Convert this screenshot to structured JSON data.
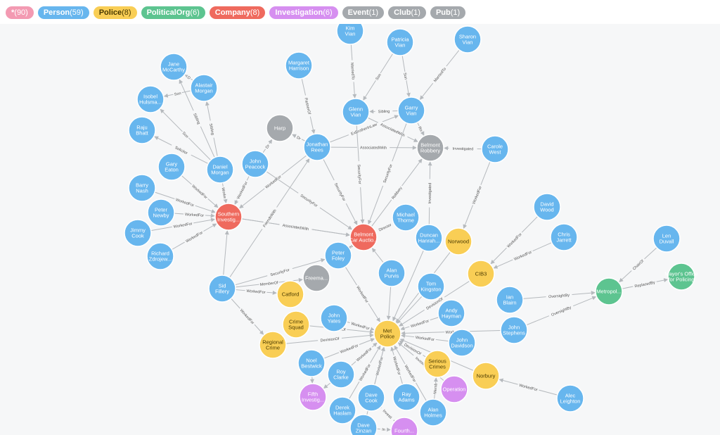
{
  "colors": {
    "all": "#f39ab2",
    "person": "#67b6ee",
    "police": "#f9ce55",
    "politicalorg": "#5dc490",
    "company": "#ef6a5e",
    "investigation": "#d68ff0",
    "gray": "#a5a9ad",
    "edge": "#b5b9bd"
  },
  "legend": [
    {
      "label": "*",
      "count": "(90)",
      "color": "#f39ab2"
    },
    {
      "label": "Person",
      "count": "(59)",
      "color": "#67b6ee"
    },
    {
      "label": "Police",
      "count": "(8)",
      "color": "#f9ce55",
      "dark": true
    },
    {
      "label": "PoliticalOrg",
      "count": "(6)",
      "color": "#5dc490"
    },
    {
      "label": "Company",
      "count": "(8)",
      "color": "#ef6a5e"
    },
    {
      "label": "Investigation",
      "count": "(6)",
      "color": "#d68ff0"
    },
    {
      "label": "Event",
      "count": "(1)",
      "color": "#a5a9ad"
    },
    {
      "label": "Club",
      "count": "(1)",
      "color": "#a5a9ad"
    },
    {
      "label": "Pub",
      "count": "(1)",
      "color": "#a5a9ad"
    }
  ],
  "nodes": [
    {
      "id": "kim",
      "label": "Kim Vian",
      "type": "person"
    },
    {
      "id": "patricia",
      "label": "Patricia Vian",
      "type": "person"
    },
    {
      "id": "sharon",
      "label": "Sharon Vian",
      "type": "person"
    },
    {
      "id": "margaret",
      "label": "Margaret Harrison",
      "type": "person"
    },
    {
      "id": "glenn",
      "label": "Glenn Vian",
      "type": "person"
    },
    {
      "id": "garry",
      "label": "Garry Vian",
      "type": "person"
    },
    {
      "id": "jane",
      "label": "Jane McCarthy",
      "type": "person"
    },
    {
      "id": "alastair",
      "label": "Alastair Morgan",
      "type": "person"
    },
    {
      "id": "isobel",
      "label": "Isobel Hulsma...",
      "type": "person"
    },
    {
      "id": "raju",
      "label": "Raju Bhatt",
      "type": "person"
    },
    {
      "id": "harp",
      "label": "Harp",
      "type": "gray"
    },
    {
      "id": "jonathan",
      "label": "Jonathan Rees",
      "type": "person"
    },
    {
      "id": "belrob",
      "label": "Belmont Robbery",
      "type": "gray"
    },
    {
      "id": "carole",
      "label": "Carole West",
      "type": "person"
    },
    {
      "id": "gary",
      "label": "Gary Eaton",
      "type": "person"
    },
    {
      "id": "daniel",
      "label": "Daniel Morgan",
      "type": "person"
    },
    {
      "id": "johnp",
      "label": "John Peacock",
      "type": "person"
    },
    {
      "id": "barry",
      "label": "Barry Nash",
      "type": "person"
    },
    {
      "id": "peter",
      "label": "Peter Newby",
      "type": "person"
    },
    {
      "id": "jimmy",
      "label": "Jimmy Cook",
      "type": "person"
    },
    {
      "id": "richard",
      "label": "Richard Zdrojew...",
      "type": "person"
    },
    {
      "id": "southern",
      "label": "Southern Investig...",
      "type": "company"
    },
    {
      "id": "michael",
      "label": "Michael Thorne",
      "type": "person"
    },
    {
      "id": "belmontcar",
      "label": "Belmont Car Auctio...",
      "type": "company"
    },
    {
      "id": "duncan",
      "label": "Duncan Hanrah...",
      "type": "person"
    },
    {
      "id": "norwood",
      "label": "Norwood",
      "type": "police"
    },
    {
      "id": "david",
      "label": "David Wood",
      "type": "person"
    },
    {
      "id": "chris",
      "label": "Chris Jarrett",
      "type": "person"
    },
    {
      "id": "len",
      "label": "Len Duvall",
      "type": "person"
    },
    {
      "id": "mayor",
      "label": "Mayor's Office for Policing",
      "type": "politicalorg"
    },
    {
      "id": "peterf",
      "label": "Peter Foley",
      "type": "person"
    },
    {
      "id": "freema",
      "label": "Freema...",
      "type": "gray"
    },
    {
      "id": "alan",
      "label": "Alan Purvis",
      "type": "person"
    },
    {
      "id": "cib3",
      "label": "CIB3",
      "type": "police"
    },
    {
      "id": "sid",
      "label": "Sid Fillery",
      "type": "person"
    },
    {
      "id": "catford",
      "label": "Catford",
      "type": "police"
    },
    {
      "id": "tom",
      "label": "Tom Kingston",
      "type": "person"
    },
    {
      "id": "metropol",
      "label": "Metropol...",
      "type": "politicalorg"
    },
    {
      "id": "ian",
      "label": "Ian Blairn",
      "type": "person"
    },
    {
      "id": "andy",
      "label": "Andy Hayman",
      "type": "person"
    },
    {
      "id": "johny",
      "label": "John Yates",
      "type": "person"
    },
    {
      "id": "crime",
      "label": "Crime Squad",
      "type": "police"
    },
    {
      "id": "metpolice",
      "label": "Met Police",
      "type": "police"
    },
    {
      "id": "johns",
      "label": "John Stephens",
      "type": "person"
    },
    {
      "id": "johnd",
      "label": "John Davidson",
      "type": "person"
    },
    {
      "id": "regional",
      "label": "Regional Crime",
      "type": "police"
    },
    {
      "id": "noel",
      "label": "Noel Bestwick",
      "type": "person"
    },
    {
      "id": "serious",
      "label": "Serious Crimes",
      "type": "police"
    },
    {
      "id": "norbury",
      "label": "Norbury",
      "type": "police"
    },
    {
      "id": "roy",
      "label": "Roy Clarke",
      "type": "person"
    },
    {
      "id": "operation",
      "label": "Operation",
      "type": "investigation"
    },
    {
      "id": "fifth",
      "label": "Fifth Investig...",
      "type": "investigation"
    },
    {
      "id": "derek",
      "label": "Derek Haslam",
      "type": "person"
    },
    {
      "id": "dave",
      "label": "Dave Cook",
      "type": "person"
    },
    {
      "id": "ray",
      "label": "Ray Adams",
      "type": "person"
    },
    {
      "id": "alanh",
      "label": "Alan Holmes",
      "type": "person"
    },
    {
      "id": "alec",
      "label": "Alec Leighton",
      "type": "person"
    },
    {
      "id": "davez",
      "label": "Dave Zinzan",
      "type": "person"
    },
    {
      "id": "fourth",
      "label": "Fourth...",
      "type": "investigation"
    }
  ],
  "edges": [
    {
      "from": "kim",
      "to": "glenn",
      "label": "MarriedTo"
    },
    {
      "from": "patricia",
      "to": "glenn",
      "label": "Son"
    },
    {
      "from": "patricia",
      "to": "garry",
      "label": "Son"
    },
    {
      "from": "sharon",
      "to": "garry",
      "label": "MarriedTo"
    },
    {
      "from": "garry",
      "to": "glenn",
      "label": "Sibling"
    },
    {
      "from": "margaret",
      "to": "jonathan",
      "label": "PartnerOf"
    },
    {
      "from": "jonathan",
      "to": "garry",
      "label": "ExBrotherInLaw"
    },
    {
      "from": "glenn",
      "to": "belrob",
      "label": "AssociatedWith"
    },
    {
      "from": "jonathan",
      "to": "belrob",
      "label": "AssociatedWith"
    },
    {
      "from": "garry",
      "to": "belrob",
      "label": "Ro"
    },
    {
      "from": "carole",
      "to": "belrob",
      "label": "Investigated"
    },
    {
      "from": "jonathan",
      "to": "harp",
      "label": "Dr"
    },
    {
      "from": "johnp",
      "to": "harp",
      "label": "Dr"
    },
    {
      "from": "alastair",
      "to": "jane",
      "label": "D"
    },
    {
      "from": "alastair",
      "to": "isobel",
      "label": "Son"
    },
    {
      "from": "daniel",
      "to": "alastair",
      "label": "Sibling"
    },
    {
      "from": "daniel",
      "to": "jane",
      "label": "Sibling"
    },
    {
      "from": "daniel",
      "to": "isobel",
      "label": "Son"
    },
    {
      "from": "daniel",
      "to": "raju",
      "label": "Solicitor"
    },
    {
      "from": "daniel",
      "to": "southern",
      "label": "Worke"
    },
    {
      "from": "gary",
      "to": "southern",
      "label": "WorkedFor"
    },
    {
      "from": "barry",
      "to": "southern",
      "label": "WorkedFor"
    },
    {
      "from": "peter",
      "to": "southern",
      "label": "WorkedFor"
    },
    {
      "from": "jimmy",
      "to": "southern",
      "label": "WorkedFor"
    },
    {
      "from": "richard",
      "to": "southern",
      "label": "WorkedFor"
    },
    {
      "from": "johnp",
      "to": "southern",
      "label": "WorkedFor"
    },
    {
      "from": "jonathan",
      "to": "southern",
      "label": "WorkedFor"
    },
    {
      "from": "johnp",
      "to": "belmontcar",
      "label": "SecurityFor"
    },
    {
      "from": "southern",
      "to": "belmontcar",
      "label": "SecurityFor"
    },
    {
      "from": "southern",
      "to": "belmontcar",
      "label": "AssociatedWith"
    },
    {
      "from": "jonathan",
      "to": "belmontcar",
      "label": "SecurityFor"
    },
    {
      "from": "glenn",
      "to": "belmontcar",
      "label": "SecurityFor"
    },
    {
      "from": "garry",
      "to": "belmontcar",
      "label": "SecurityFor"
    },
    {
      "from": "belmontcar",
      "to": "belrob",
      "label": "Robbery"
    },
    {
      "from": "michael",
      "to": "belmontcar",
      "label": "Director"
    },
    {
      "from": "duncan",
      "to": "belrob",
      "label": "Investigated"
    },
    {
      "from": "carole",
      "to": "norwood",
      "label": "WorkedFor"
    },
    {
      "from": "sid",
      "to": "jonathan",
      "label": "FriendsWith"
    },
    {
      "from": "sid",
      "to": "southern",
      "label": ""
    },
    {
      "from": "sid",
      "to": "peterf",
      "label": "SecurityFor"
    },
    {
      "from": "sid",
      "to": "freema",
      "label": "MemberOf"
    },
    {
      "from": "sid",
      "to": "catford",
      "label": "WorkedFor"
    },
    {
      "from": "sid",
      "to": "regional",
      "label": "WorkedFor"
    },
    {
      "from": "peterf",
      "to": "belmontcar",
      "label": "Secu"
    },
    {
      "from": "peterf",
      "to": "metpolice",
      "label": "WorkedFor"
    },
    {
      "from": "alan",
      "to": "belmontcar",
      "label": ""
    },
    {
      "from": "david",
      "to": "cib3",
      "label": "WorkedFor"
    },
    {
      "from": "chris",
      "to": "cib3",
      "label": "WorkedFor"
    },
    {
      "from": "len",
      "to": "metropol",
      "label": "ChairOf"
    },
    {
      "from": "metropol",
      "to": "mayor",
      "label": "ReplacedBy"
    },
    {
      "from": "ian",
      "to": "metropol",
      "label": "OversightBy"
    },
    {
      "from": "johns",
      "to": "metropol",
      "label": "OversightBy"
    },
    {
      "from": "cib3",
      "to": "metpolice",
      "label": "DevisionOf"
    },
    {
      "from": "norwood",
      "to": "metpolice",
      "label": ""
    },
    {
      "from": "tom",
      "to": "metpolice",
      "label": ""
    },
    {
      "from": "andy",
      "to": "metpolice",
      "label": "WorkedFor"
    },
    {
      "from": "johns",
      "to": "metpolice",
      "label": "Worke"
    },
    {
      "from": "johnd",
      "to": "metpolice",
      "label": "WorkedFor"
    },
    {
      "from": "johny",
      "to": "metpolice",
      "label": "WorkedFor"
    },
    {
      "from": "crime",
      "to": "metpolice",
      "label": "onOf"
    },
    {
      "from": "regional",
      "to": "metpolice",
      "label": "DevisionOf"
    },
    {
      "from": "alan",
      "to": "metpolice",
      "label": ""
    },
    {
      "from": "duncan",
      "to": "metpolice",
      "label": ""
    },
    {
      "from": "serious",
      "to": "metpolice",
      "label": "DevisionOf"
    },
    {
      "from": "noel",
      "to": "metpolice",
      "label": "WorkedFor"
    },
    {
      "from": "roy",
      "to": "metpolice",
      "label": "WorkedFor"
    },
    {
      "from": "derek",
      "to": "metpolice",
      "label": "WorkedFor"
    },
    {
      "from": "dave",
      "to": "metpolice",
      "label": "WorkedFor"
    },
    {
      "from": "ray",
      "to": "metpolice",
      "label": "WorkedFor"
    },
    {
      "from": "alanh",
      "to": "metpolice",
      "label": "WorkedFor"
    },
    {
      "from": "davez",
      "to": "metpolice",
      "label": ""
    },
    {
      "from": "operation",
      "to": "metpolice",
      "label": "Investig"
    },
    {
      "from": "norbury",
      "to": "metpolice",
      "label": ""
    },
    {
      "from": "alec",
      "to": "norbury",
      "label": "WorkedFor"
    },
    {
      "from": "alanh",
      "to": "serious",
      "label": "Memb"
    },
    {
      "from": "noel",
      "to": "fifth",
      "label": ""
    },
    {
      "from": "roy",
      "to": "fifth",
      "label": ""
    },
    {
      "from": "dave",
      "to": "fourth",
      "label": "Investi"
    },
    {
      "from": "davez",
      "to": "fourth",
      "label": "In"
    }
  ]
}
